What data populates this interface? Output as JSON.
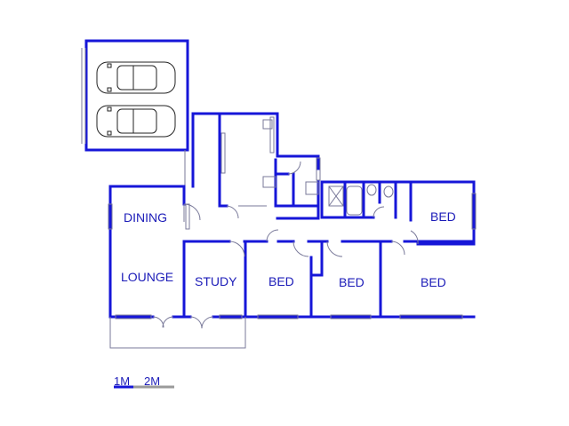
{
  "rooms": {
    "dining": "DINING",
    "lounge": "LOUNGE",
    "study": "STUDY",
    "bed_1": "BED",
    "bed_2": "BED",
    "bed_3": "BED",
    "bed_4": "BED"
  },
  "scale": {
    "label_1": "1M",
    "label_2": "2M"
  },
  "colors": {
    "walls": "#1616d8",
    "labels": "#1b1bb8",
    "fixtures": "#7a7a9a"
  }
}
